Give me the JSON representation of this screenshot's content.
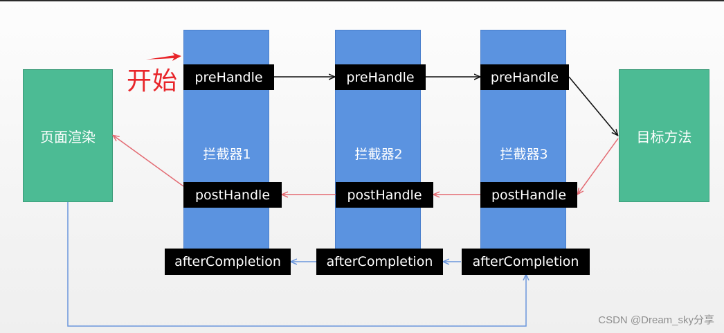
{
  "start_label": "开始",
  "page_render": "页面渲染",
  "target_method": "目标方法",
  "interceptors": [
    {
      "name": "拦截器1",
      "pre": "preHandle",
      "post": "postHandle",
      "after": "afterCompletion"
    },
    {
      "name": "拦截器2",
      "pre": "preHandle",
      "post": "postHandle",
      "after": "afterCompletion"
    },
    {
      "name": "拦截器3",
      "pre": "preHandle",
      "post": "postHandle",
      "after": "afterCompletion"
    }
  ],
  "colors": {
    "green_box": "#4cbb94",
    "interceptor": "#5b93e0",
    "tag": "#000000",
    "forward_arrow": "#111111",
    "return_arrow": "#e36a72",
    "completion_arrow": "#6a96dc",
    "start_text": "#e8252a"
  },
  "watermark": "CSDN @Dream_sky分享"
}
